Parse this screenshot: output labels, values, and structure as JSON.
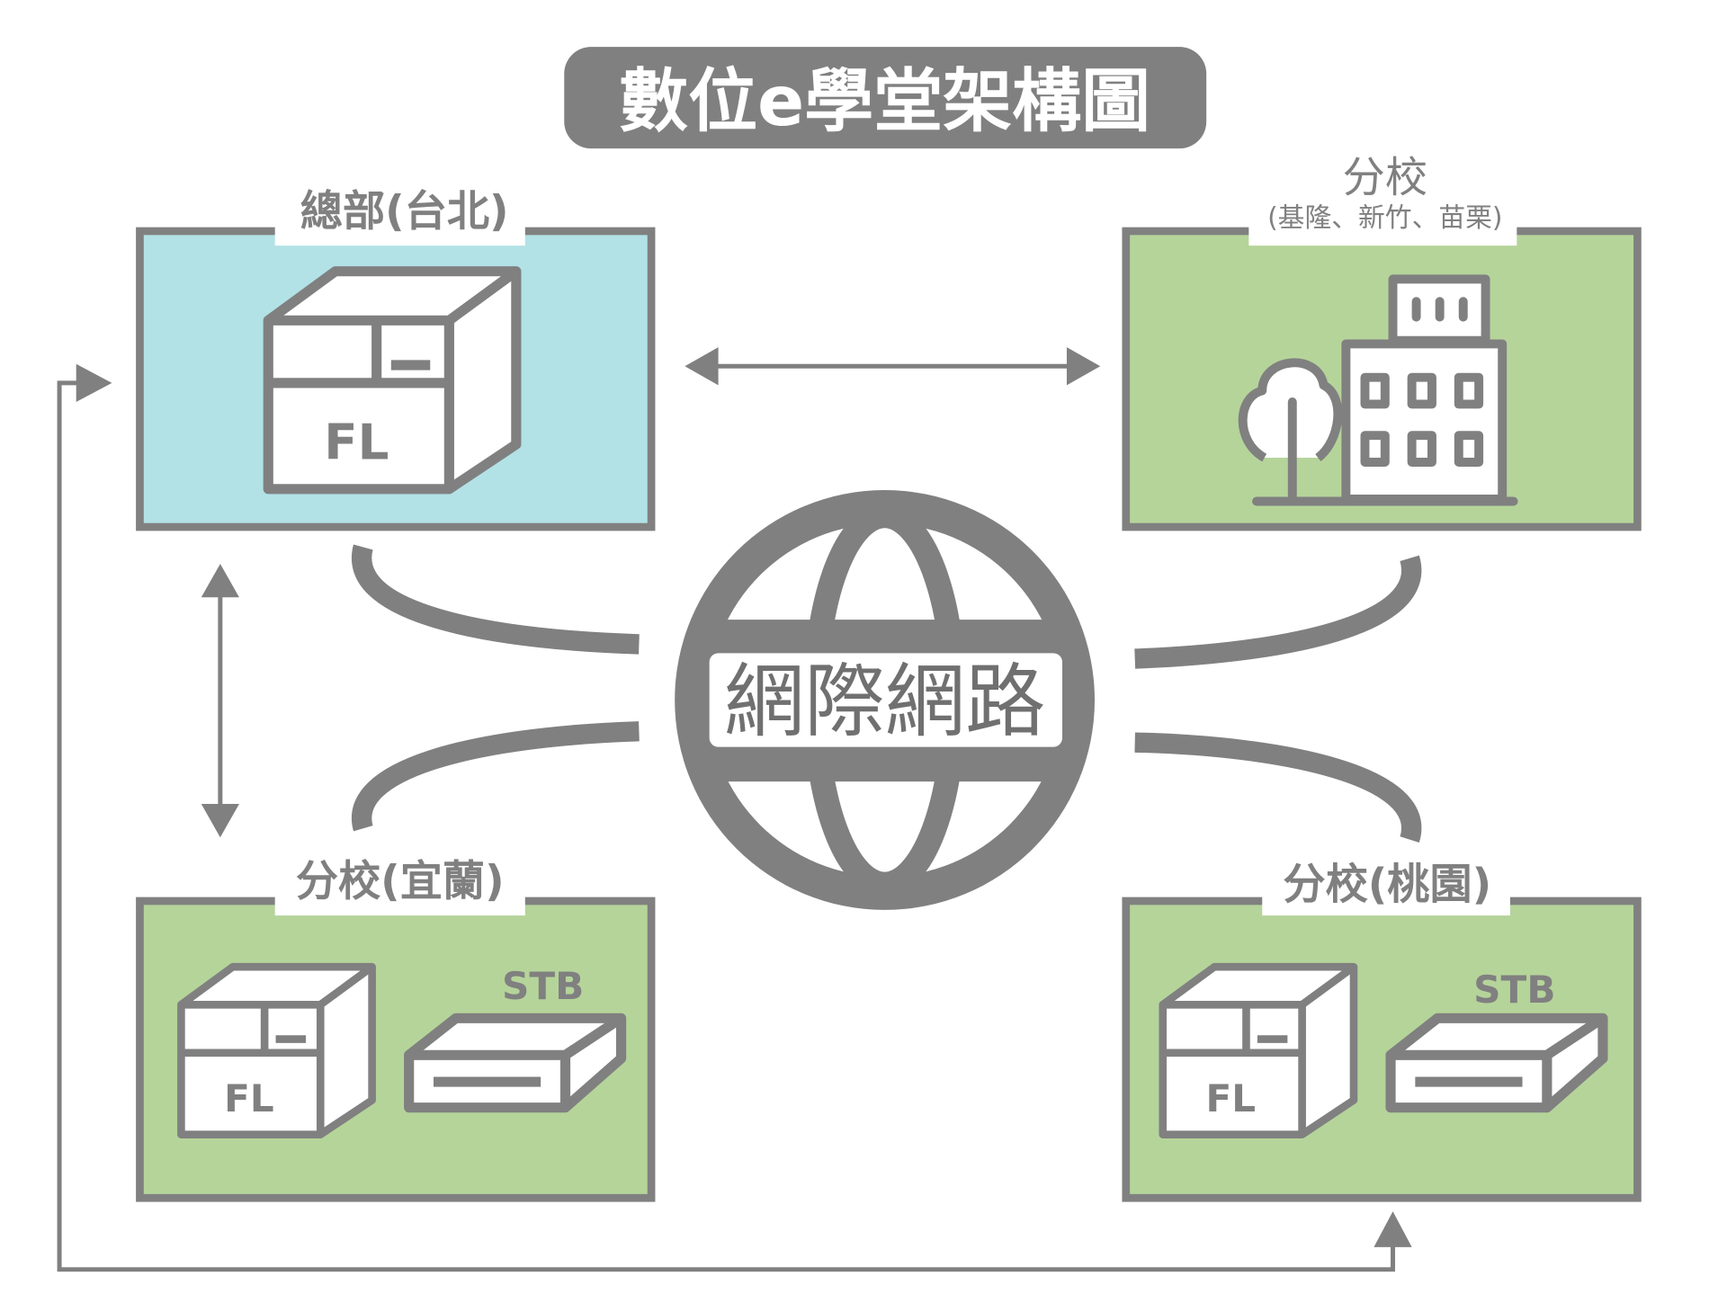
{
  "title": "數位e學堂架構圖",
  "colors": {
    "gray": "#808080",
    "hq_fill": "#b2e2e6",
    "branch_fill": "#b5d49a",
    "background": "#ffffff"
  },
  "nodes": {
    "hq": {
      "label": "總部(台北)",
      "server_label": "FL",
      "icon": "server-icon"
    },
    "branch_multi": {
      "label": "分校",
      "sublabel": "(基隆、新竹、苗栗)",
      "icon": "building-tree-icon"
    },
    "branch_yilan": {
      "label": "分校(宜蘭)",
      "server_label": "FL",
      "stb_label": "STB",
      "icon": "server-icon"
    },
    "branch_taoyuan": {
      "label": "分校(桃園)",
      "server_label": "FL",
      "stb_label": "STB",
      "icon": "server-icon"
    }
  },
  "center": {
    "label": "網際網路",
    "icon": "globe-icon"
  }
}
